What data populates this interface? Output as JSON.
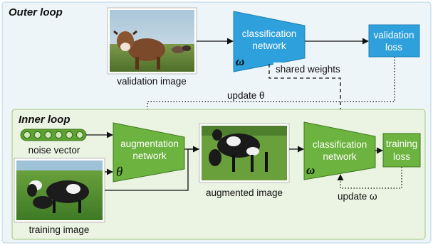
{
  "outer_loop": {
    "title": "Outer loop",
    "validation_image_label": "validation image",
    "classification_network": [
      "classification",
      "network"
    ],
    "network_symbol": "ω",
    "validation_loss": [
      "validation",
      "loss"
    ],
    "shared_weights_label": "shared weights",
    "update_theta_label": "update θ"
  },
  "inner_loop": {
    "title": "Inner loop",
    "noise_vector_label": "noise vector",
    "noise_cells": 6,
    "augmentation_network": [
      "augmentation",
      "network"
    ],
    "augmentation_symbol": "θ",
    "augmented_image_label": "augmented image",
    "classification_network": [
      "classification",
      "network"
    ],
    "network_symbol": "ω",
    "training_loss": [
      "training",
      "loss"
    ],
    "update_omega_label": "update ω",
    "training_image_label": "training image"
  },
  "colors": {
    "outer_bg": "#eef5f9",
    "outer_border": "#b5d3e2",
    "inner_bg": "#ebf3e3",
    "inner_border": "#9ec87a",
    "blue_block": "#2ea0dc",
    "green_block": "#6cb33f"
  }
}
